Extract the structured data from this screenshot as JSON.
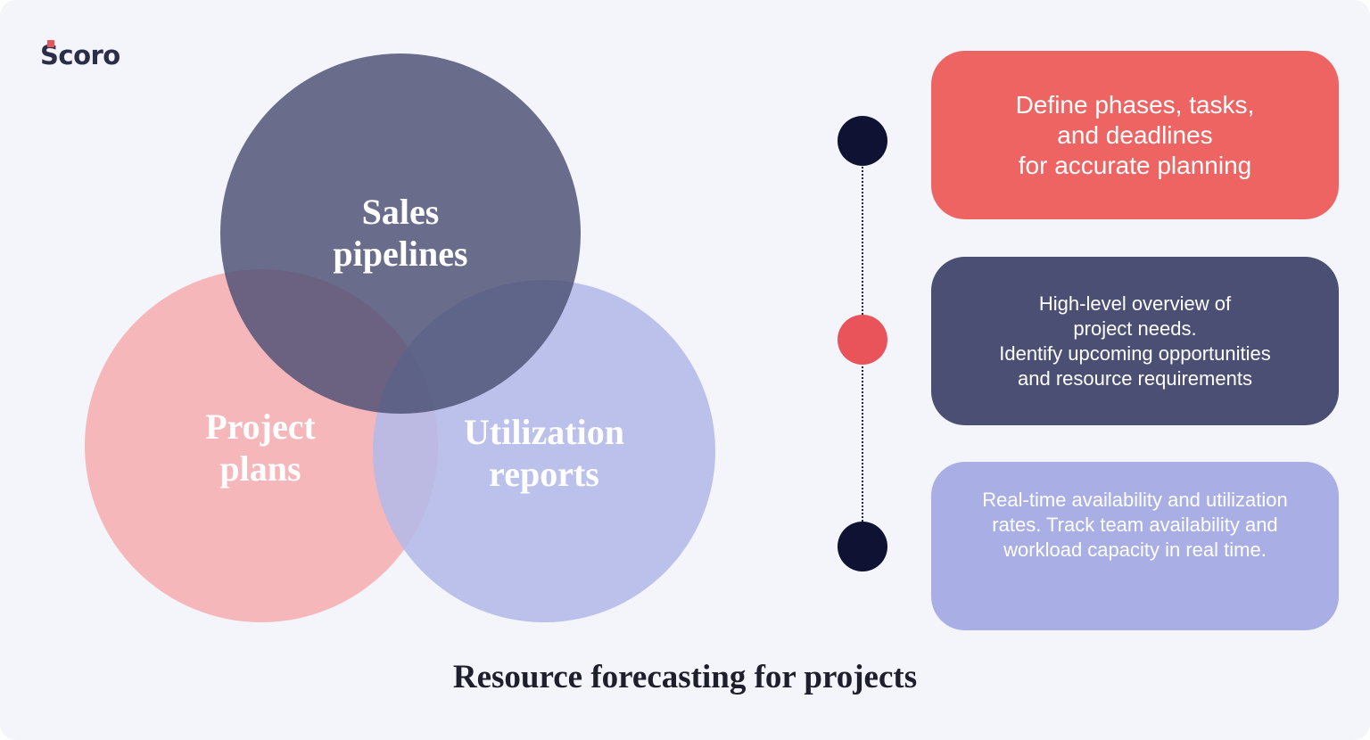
{
  "brand": {
    "logo_text": "Scoro",
    "accent": "#e8545a"
  },
  "venn": {
    "circles": [
      {
        "id": "sales",
        "label": "Sales\npipelines",
        "color": "#4a4f73"
      },
      {
        "id": "project",
        "label": "Project\nplans",
        "color": "#f6b7bb"
      },
      {
        "id": "utilization",
        "label": "Utilization\nreports",
        "color": "#b4b9e8"
      }
    ]
  },
  "timeline": {
    "dot_colors": [
      "#0f1233",
      "#e8545a",
      "#0f1233"
    ],
    "cards": [
      {
        "text": "Define phases, tasks,\nand deadlines\nfor accurate planning",
        "color": "#ed6462"
      },
      {
        "text": "High-level overview of\nproject needs.\nIdentify upcoming opportunities\nand resource requirements",
        "color": "#4a4f73"
      },
      {
        "text": "Real-time availability and utilization\nrates. Track team availability and\nworkload capacity in real time.",
        "color": "#a9afe5"
      }
    ]
  },
  "title": "Resource forecasting for projects"
}
